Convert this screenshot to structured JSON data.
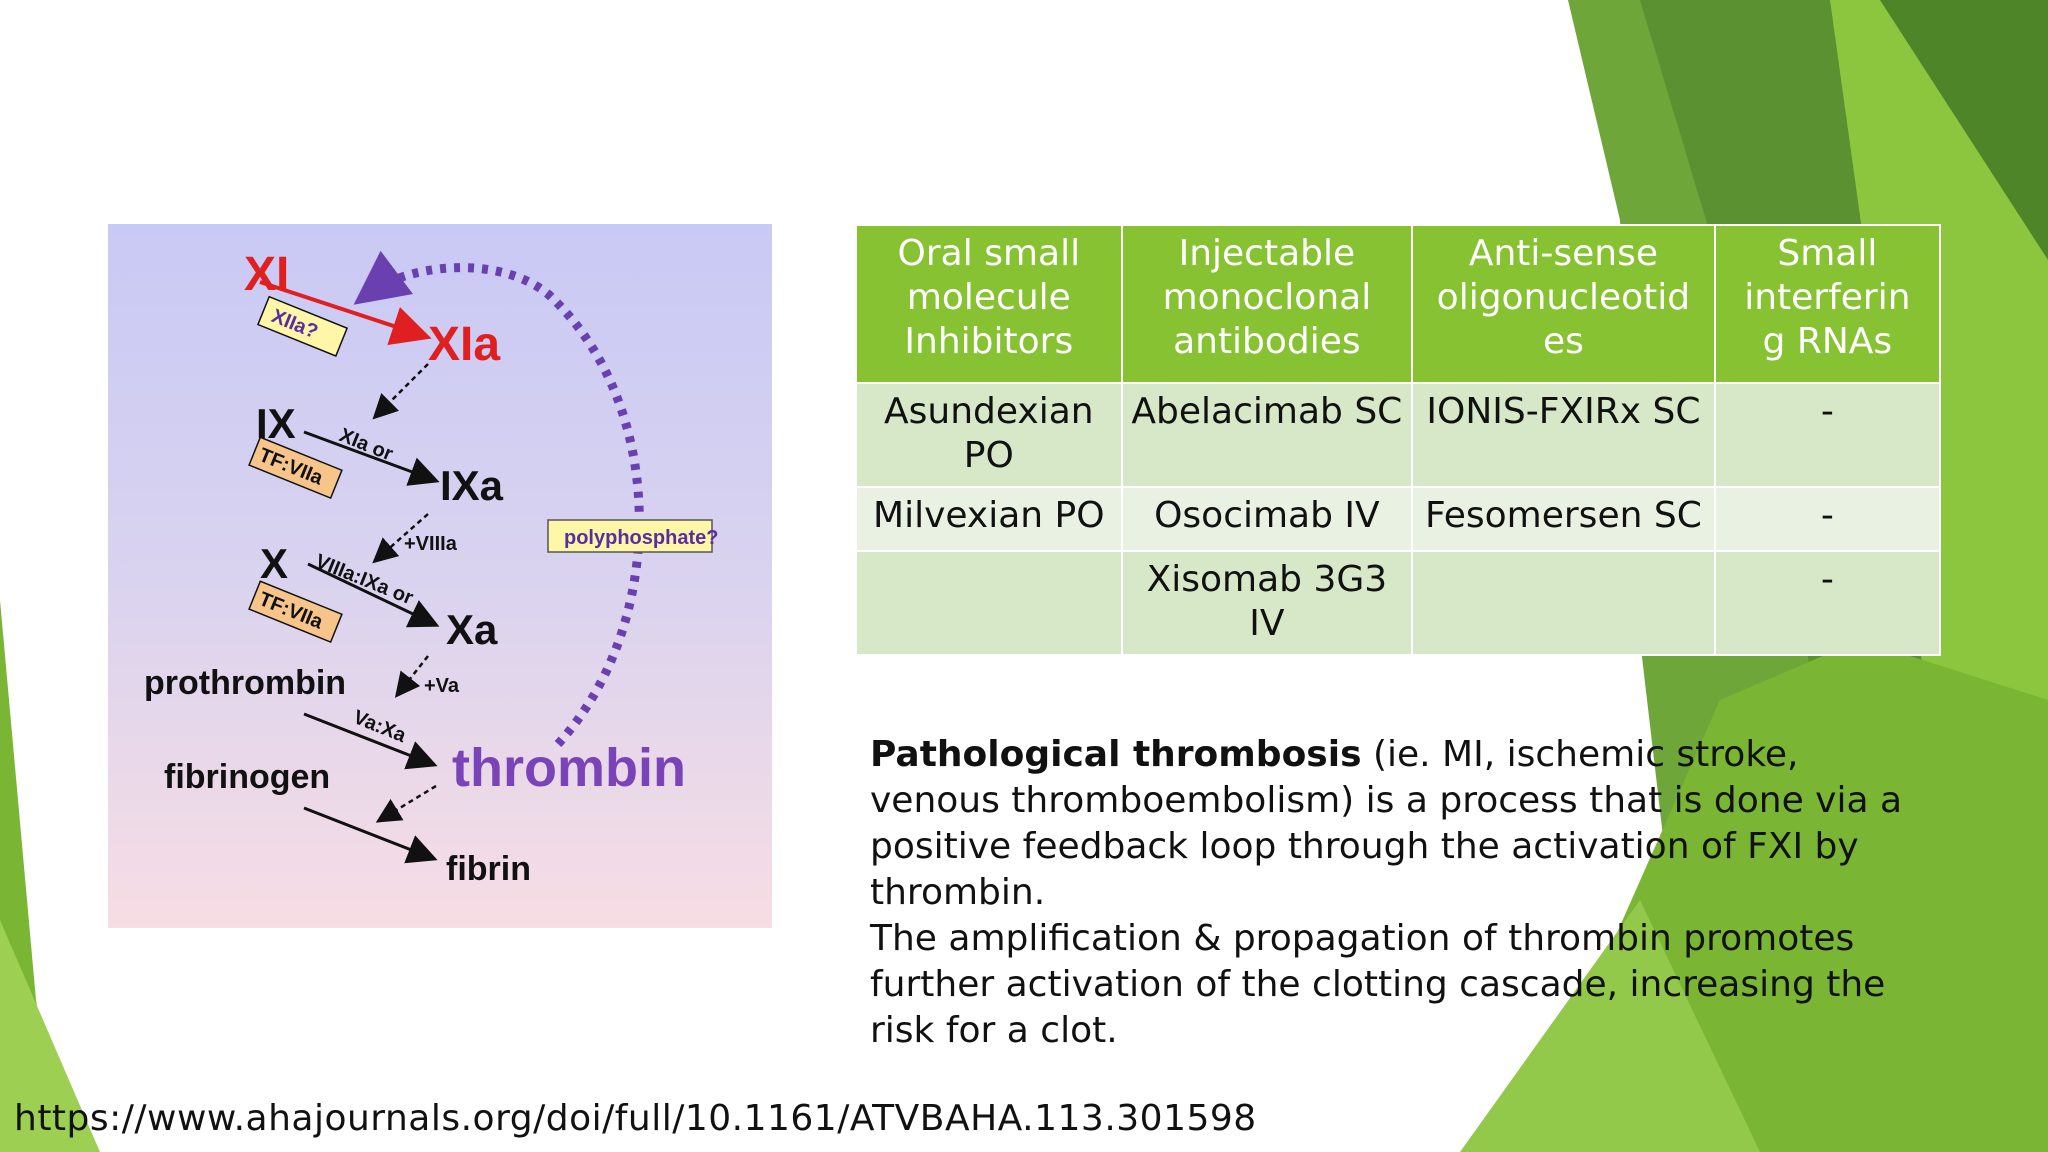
{
  "slide": {
    "diagram": {
      "xi": "XI",
      "xia": "XIa",
      "xiia_q": "XIIa?",
      "ix": "IX",
      "ixa": "IXa",
      "xia_or": "XIa or",
      "tf_viia_1": "TF:VIIa",
      "plus_viiia": "+VIIIa",
      "x": "X",
      "xa": "Xa",
      "viiia_ixa_or": "VIIIa:IXa or",
      "tf_viia_2": "TF:VIIa",
      "plus_va": "+Va",
      "prothrombin": "prothrombin",
      "va_xa": "Va:Xa",
      "thrombin": "thrombin",
      "fibrinogen": "fibrinogen",
      "fibrin": "fibrin",
      "polyphosphate": "polyphosphate?"
    },
    "table": {
      "headers": [
        [
          "Oral small",
          "molecule",
          "Inhibitors"
        ],
        [
          "Injectable",
          "monoclonal",
          "antibodies"
        ],
        [
          "Anti-sense",
          "oligonucleotid",
          "es"
        ],
        [
          "Small",
          "interferin",
          "g RNAs"
        ]
      ],
      "rows": [
        [
          [
            "Asundexian",
            "PO"
          ],
          [
            "Abelacimab SC"
          ],
          [
            "IONIS-FXIRx SC"
          ],
          [
            "-"
          ]
        ],
        [
          [
            "Milvexian PO"
          ],
          [
            "Osocimab IV"
          ],
          [
            "Fesomersen SC"
          ],
          [
            "-"
          ]
        ],
        [
          [
            ""
          ],
          [
            "Xisomab 3G3",
            "IV"
          ],
          [
            ""
          ],
          [
            "-"
          ]
        ]
      ]
    },
    "paragraph1": {
      "bold": "Pathological thrombosis",
      "rest": " (ie. MI, ischemic stroke, venous thromboembolism) is a process that is done via a positive feedback loop through the activation of FXI by thrombin."
    },
    "paragraph2": "The amplification & propagation of thrombin promotes further activation of the clotting cascade, increasing the risk for a clot.",
    "source_url": "https://www.ahajournals.org/doi/full/10.1161/ATVBAHA.113.301598"
  },
  "colors": {
    "header_green": "#86c232",
    "row_dark": "#d6e8c8",
    "row_light": "#e9f2e2",
    "xi_red": "#e02020",
    "thrombin_purple": "#7a44b8",
    "tag_orange": "#f7c48a",
    "tag_yellow": "#fff6a8"
  }
}
